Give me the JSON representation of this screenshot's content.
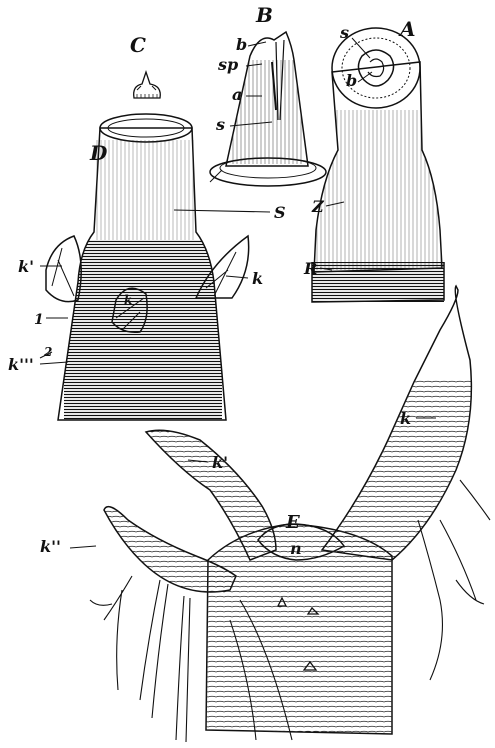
{
  "figure": {
    "labels": {
      "A": "A",
      "B": "B",
      "C": "C",
      "D": "D",
      "E": "E",
      "b_top": "b",
      "sp": "sp",
      "a": "a",
      "s_b": "s",
      "s_a": "s",
      "b_a": "b",
      "Z": "Z",
      "R": "R",
      "S": "S",
      "k_prime_d": "k'",
      "k_d_right": "k",
      "k_d_inner": "k",
      "one": "1",
      "two": "2",
      "k_triple_prime": "k'''",
      "k_e_right": "k",
      "k_prime_e": "k'",
      "k_double_prime": "k''",
      "n": "n"
    }
  }
}
